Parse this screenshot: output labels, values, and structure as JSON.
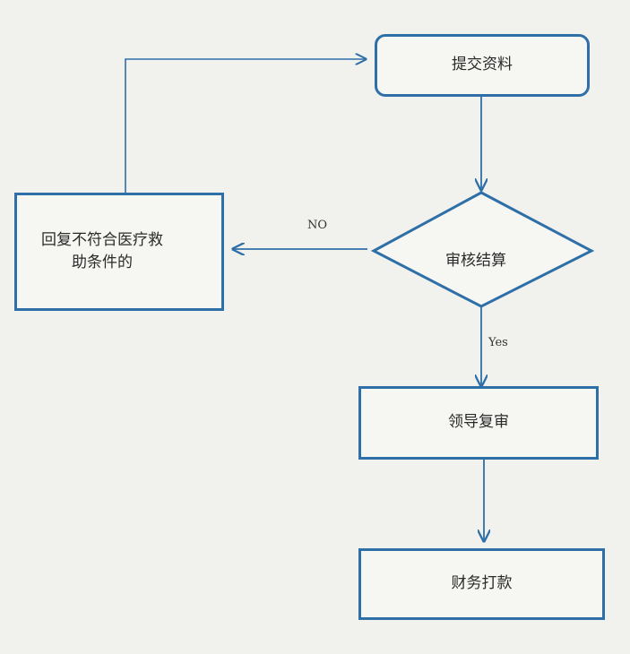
{
  "diagram": {
    "nodes": {
      "submit": "提交资料",
      "review": "审核结算",
      "reject": "回复不符合医疗救助条件的",
      "leader": "领导复审",
      "finance": "财务打款"
    },
    "edge_labels": {
      "no": "NO",
      "yes": "Yes"
    },
    "colors": {
      "stroke": "#2f6fa8",
      "background": "#f1f1ee"
    }
  }
}
